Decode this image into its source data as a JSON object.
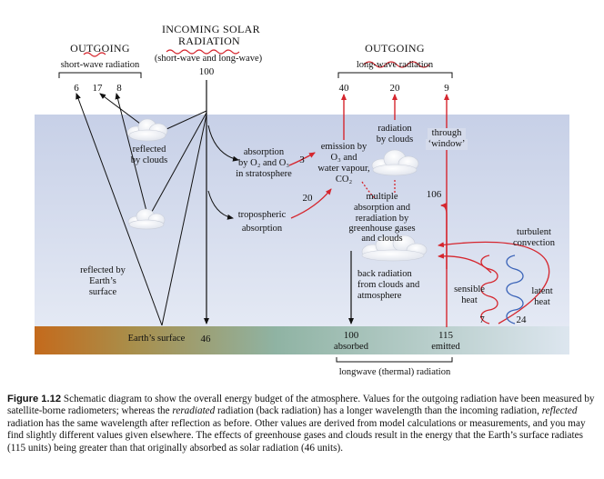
{
  "incoming": {
    "title_line1": "INCOMING SOLAR",
    "title_line2": "RADIATION",
    "subtitle": "(short-wave and long-wave)",
    "value": "100"
  },
  "outgoing_sw": {
    "title": "OUTGOING",
    "subtitle": "short-wave radiation",
    "values": [
      "6",
      "17",
      "8"
    ]
  },
  "outgoing_lw": {
    "title": "OUTGOING",
    "subtitle": "long-wave radiation",
    "values": [
      "40",
      "20",
      "9"
    ]
  },
  "labels": {
    "reflected_clouds_1": "reflected",
    "reflected_clouds_2": "by clouds",
    "reflected_surface_1": "reflected by",
    "reflected_surface_2": "Earth’s",
    "reflected_surface_3": "surface",
    "strat_1": "absorption",
    "strat_2": "by O₂ and O₃",
    "strat_3": "in stratosphere",
    "trop_1": "tropospheric",
    "trop_2": "absorption",
    "emission_1": "emission by",
    "emission_2": "O₃ and",
    "emission_3": "water vapour,",
    "emission_4": "CO₂",
    "multiple_1": "multiple",
    "multiple_2": "absorption and",
    "multiple_3": "reradiation by",
    "multiple_4": "greenhouse gases",
    "multiple_5": "and clouds",
    "rad_clouds_1": "radiation",
    "rad_clouds_2": "by clouds",
    "window_1": "through",
    "window_2": "‘window’",
    "back_1": "back radiation",
    "back_2": "from clouds and",
    "back_3": "atmosphere",
    "turb_1": "turbulent",
    "turb_2": "convection",
    "sensible_1": "sensible",
    "sensible_2": "heat",
    "latent_1": "latent",
    "latent_2": "heat",
    "earth_surface": "Earth’s surface",
    "absorbed": "absorbed",
    "emitted": "emitted",
    "longwave_thermal": "longwave (thermal) radiation"
  },
  "values": {
    "strat": "3",
    "trop": "20",
    "v106": "106",
    "surface_absorbed_solar": "46",
    "absorbed": "100",
    "emitted": "115",
    "sensible": "7",
    "latent": "24"
  },
  "caption": {
    "label": "Figure 1.12",
    "p1": " Schematic diagram to show the overall energy budget of the atmosphere. Values for the outgoing radiation have been measured by satellite-borne radiometers; whereas the ",
    "em1": "reradiated",
    "p2": " radiation (back radiation) has a longer wavelength than the incoming radiation, ",
    "em2": "reflected",
    "p3": " radiation has the same wavelength after reflection as before. Other values are derived from model calculations or measurements, and you may find slightly different values given elsewhere. The effects of greenhouse gases and clouds result in the energy that the Earth’s surface radiates (115 units) being greater than that originally absorbed as solar radiation (46 units)."
  },
  "colors": {
    "sky_top": "#c9d2e8",
    "sky_bottom": "#e3e8f3",
    "ground_left": "#c8721f",
    "ground_right": "#dfe8f0",
    "red": "#d5262e",
    "blue": "#3a63b8",
    "caption_bg": "#eeeeee"
  }
}
